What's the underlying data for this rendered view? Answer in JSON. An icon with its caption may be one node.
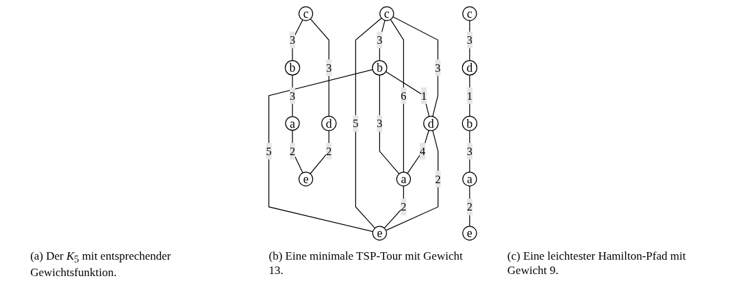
{
  "diagram": {
    "nodes": [
      {
        "text": [
          "b"
        ]
      },
      {
        "text": [
          "c"
        ]
      },
      {
        "text": [
          "a"
        ]
      },
      {
        "text": [
          "d"
        ]
      },
      {
        "text": [
          "e"
        ]
      },
      {
        "text": [
          "b"
        ]
      },
      {
        "text": [
          "c"
        ]
      },
      {
        "text": [
          "a"
        ]
      },
      {
        "text": [
          "d"
        ]
      },
      {
        "text": [
          "e"
        ]
      },
      {
        "text": [
          "b"
        ]
      },
      {
        "text": [
          "c"
        ]
      },
      {
        "text": [
          "a"
        ]
      },
      {
        "text": [
          "d"
        ]
      },
      {
        "text": [
          "e"
        ]
      }
    ],
    "edges": [
      {
        "from": 1,
        "to": 0,
        "arrow": "none",
        "label": "3"
      },
      {
        "from": 0,
        "to": 2,
        "arrow": "none",
        "label": "3"
      },
      {
        "from": 1,
        "to": 2,
        "arrow": "none",
        "label": "6"
      },
      {
        "from": 0,
        "to": 3,
        "arrow": "none",
        "label": "1"
      },
      {
        "from": 0,
        "to": 4,
        "arrow": "none",
        "label": "5"
      },
      {
        "from": 1,
        "to": 3,
        "arrow": "none",
        "label": "3"
      },
      {
        "from": 1,
        "to": 4,
        "arrow": "none",
        "label": "5"
      },
      {
        "from": 3,
        "to": 2,
        "arrow": "none",
        "label": "4"
      },
      {
        "from": 2,
        "to": 4,
        "arrow": "none",
        "label": "2"
      },
      {
        "from": 3,
        "to": 4,
        "arrow": "none",
        "label": "2"
      },
      {
        "from": 6,
        "to": 5,
        "arrow": "none",
        "label": "3"
      },
      {
        "from": 5,
        "to": 7,
        "arrow": "none",
        "label": "3"
      },
      {
        "from": 7,
        "to": 9,
        "arrow": "none",
        "label": "2"
      },
      {
        "from": 8,
        "to": 9,
        "arrow": "none",
        "label": "2"
      },
      {
        "from": 6,
        "to": 8,
        "arrow": "none",
        "label": "3"
      },
      {
        "from": 11,
        "to": 13,
        "arrow": "none",
        "label": "3"
      },
      {
        "from": 13,
        "to": 10,
        "arrow": "none",
        "label": "1"
      },
      {
        "from": 10,
        "to": 12,
        "arrow": "none",
        "label": "3"
      },
      {
        "from": 12,
        "to": 14,
        "arrow": "none",
        "label": "2"
      }
    ],
    "labels": [
      "(a) Der *K*$_{5}$ mit entsprechender Gewichtsfunktion.",
      "(b) Eine minimale TSP-Tour mit Gewicht 13.",
      "(c) Eine leichtester Hamilton-Pfad mit Gewicht 9."
    ]
  }
}
